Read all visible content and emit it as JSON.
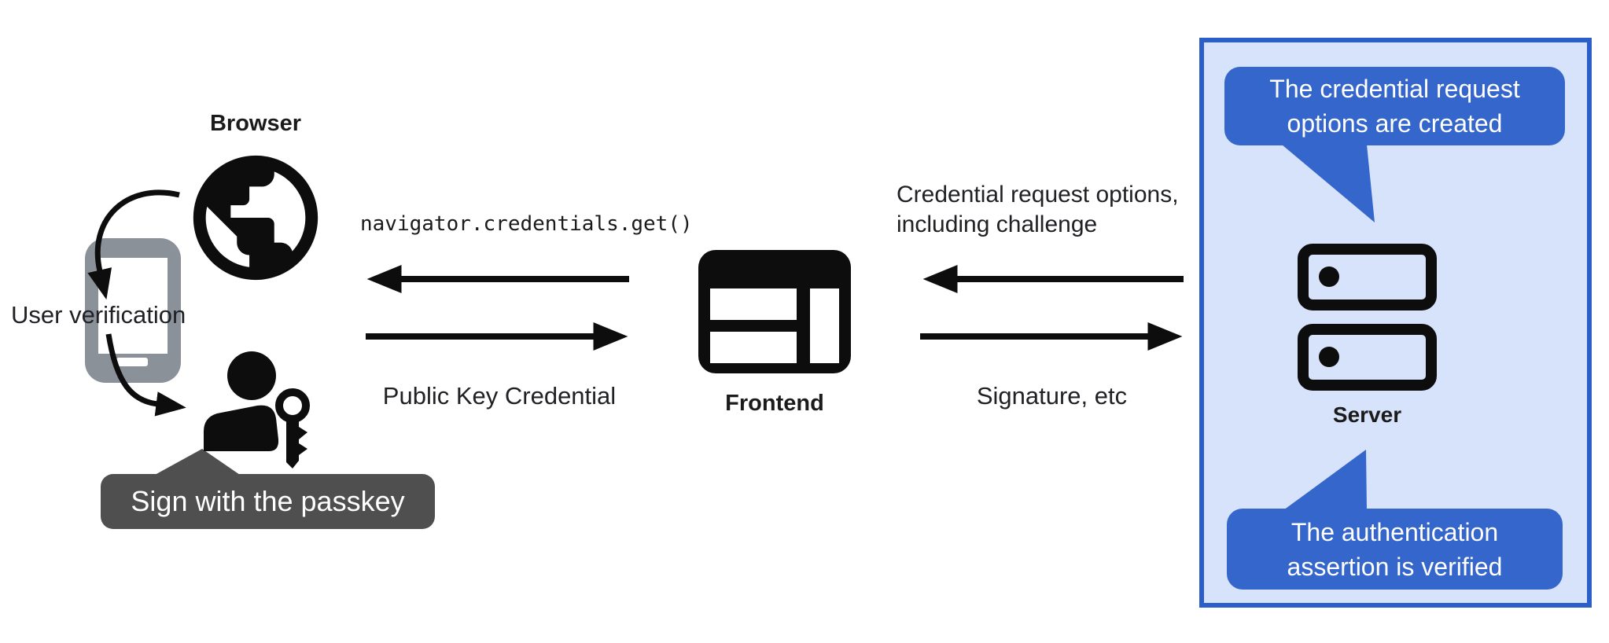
{
  "colors": {
    "callout_blue": "#3566cb",
    "panel_background": "#d7e3fb",
    "panel_border": "#2c5ec9",
    "tooltip_gray": "#4f4f4f",
    "phone_gray": "#8b9198",
    "ink": "#0d0d0d",
    "text": "#202124"
  },
  "icons": {
    "browser": "globe-icon",
    "authenticator": "smartphone-icon",
    "user": "person-with-key-icon",
    "frontend": "browser-window-icon",
    "server": "server-stack-icon"
  },
  "nodes": {
    "browser_label": "Browser",
    "user_verification_label": "User verification",
    "passkey_tooltip": "Sign with the passkey",
    "frontend_label": "Frontend",
    "server_label": "Server"
  },
  "messages": {
    "frontend_to_browser": "navigator.credentials.get()",
    "browser_to_frontend": "Public Key Credential",
    "server_to_frontend_line1": "Credential request options,",
    "server_to_frontend_line2": "including challenge",
    "frontend_to_server": "Signature, etc"
  },
  "server_callouts": {
    "top_line1": "The credential request",
    "top_line2": "options are created",
    "bottom_line1": "The authentication",
    "bottom_line2": "assertion is verified"
  }
}
